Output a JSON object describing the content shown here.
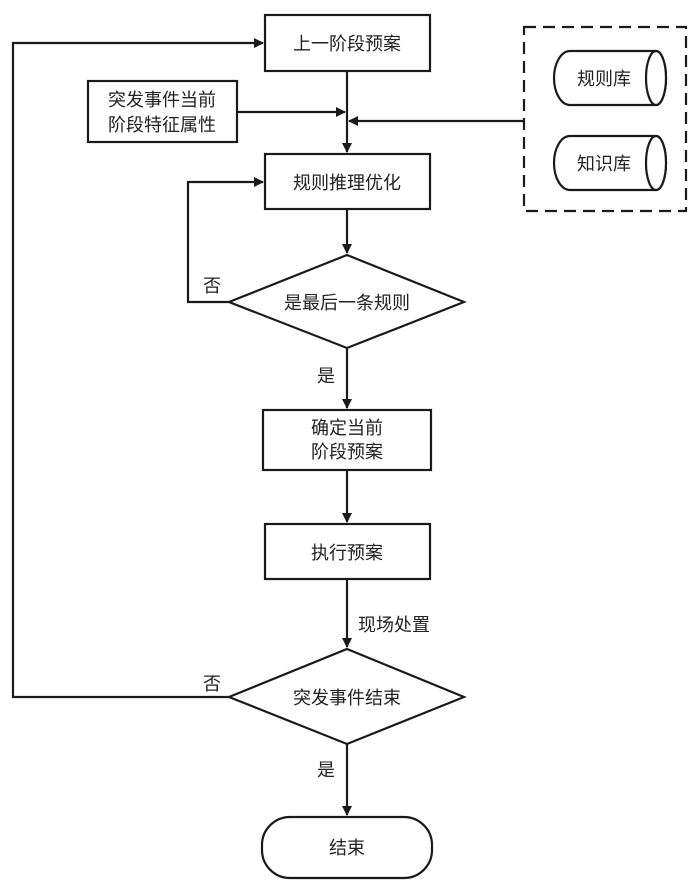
{
  "diagram": {
    "type": "flowchart",
    "nodes": {
      "prev_plan": "上一阶段预案",
      "features_line1": "突发事件当前",
      "features_line2": "阶段特征属性",
      "rule_reasoning": "规则推理优化",
      "last_rule_decision": "是最后一条规则",
      "confirm_line1": "确定当前",
      "confirm_line2": "阶段预案",
      "execute_plan": "执行预案",
      "event_end_decision": "突发事件结束",
      "end": "结束",
      "rule_base": "规则库",
      "knowledge_base": "知识库"
    },
    "edge_labels": {
      "no_1": "否",
      "yes_1": "是",
      "onsite": "现场处置",
      "no_2": "否",
      "yes_2": "是"
    }
  }
}
